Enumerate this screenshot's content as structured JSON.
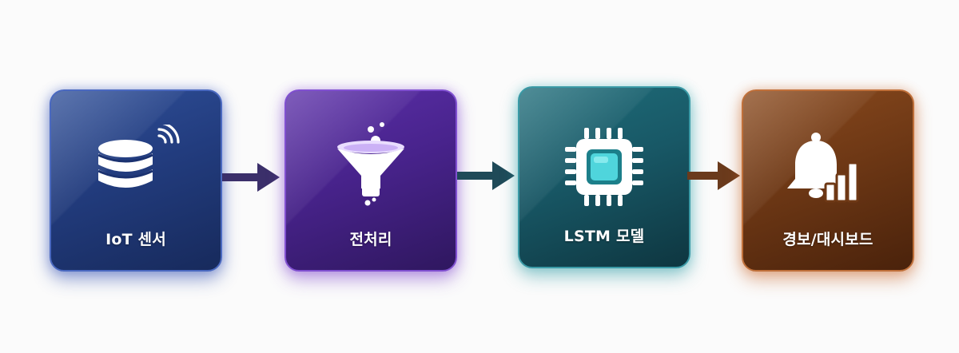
{
  "stages": [
    {
      "label": "IoT 센서",
      "icon": "database-icon",
      "color": "#223c7e"
    },
    {
      "label": "전처리",
      "icon": "funnel-icon",
      "color": "#48238c"
    },
    {
      "label": "LSTM 모델",
      "icon": "chip-icon",
      "color": "#185866"
    },
    {
      "label": "경보/대시보드",
      "icon": "bell-chart-icon",
      "color": "#6e3815"
    }
  ],
  "arrows": [
    {
      "color": "#3b2f6a"
    },
    {
      "color": "#1f4a58"
    },
    {
      "color": "#6a3a1c"
    }
  ]
}
